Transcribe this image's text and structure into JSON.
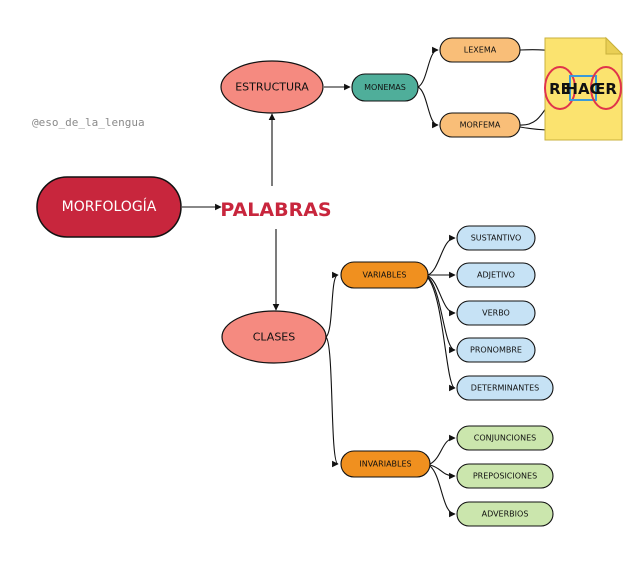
{
  "watermark": "@eso_de_la_lengua",
  "nodes": {
    "morfologia": "MORFOLOGÍA",
    "palabras": "PALABRAS",
    "estructura": "ESTRUCTURA",
    "monemas": "MONEMAS",
    "lexema": "LEXEMA",
    "morfema": "MORFEMA",
    "clases": "CLASES",
    "variables": "VARIABLES",
    "invariables": "INVARIABLES",
    "sustantivo": "SUSTANTIVO",
    "adjetivo": "ADJETIVO",
    "verbo": "VERBO",
    "pronombre": "PRONOMBRE",
    "determinantes": "DETERMINANTES",
    "conjunciones": "CONJUNCIONES",
    "preposiciones": "PREPOSICIONES",
    "adverbios": "ADVERBIOS"
  },
  "example": {
    "prefix": "RE",
    "root": "HAC",
    "suffix": "ER"
  },
  "colors": {
    "morfologia": "#c8263d",
    "palabras_text": "#c8263d",
    "estructura": "#f58a80",
    "clases": "#f58a80",
    "monemas": "#4fae9a",
    "lexema_morfema": "#f9be78",
    "variables_invariables": "#f0901f",
    "variable_leaf": "#c6e2f5",
    "invariable_leaf": "#cbe6ad",
    "note_paper": "#fbe36f",
    "circle_red": "#e0344a",
    "root_box": "#3a9ad9"
  }
}
